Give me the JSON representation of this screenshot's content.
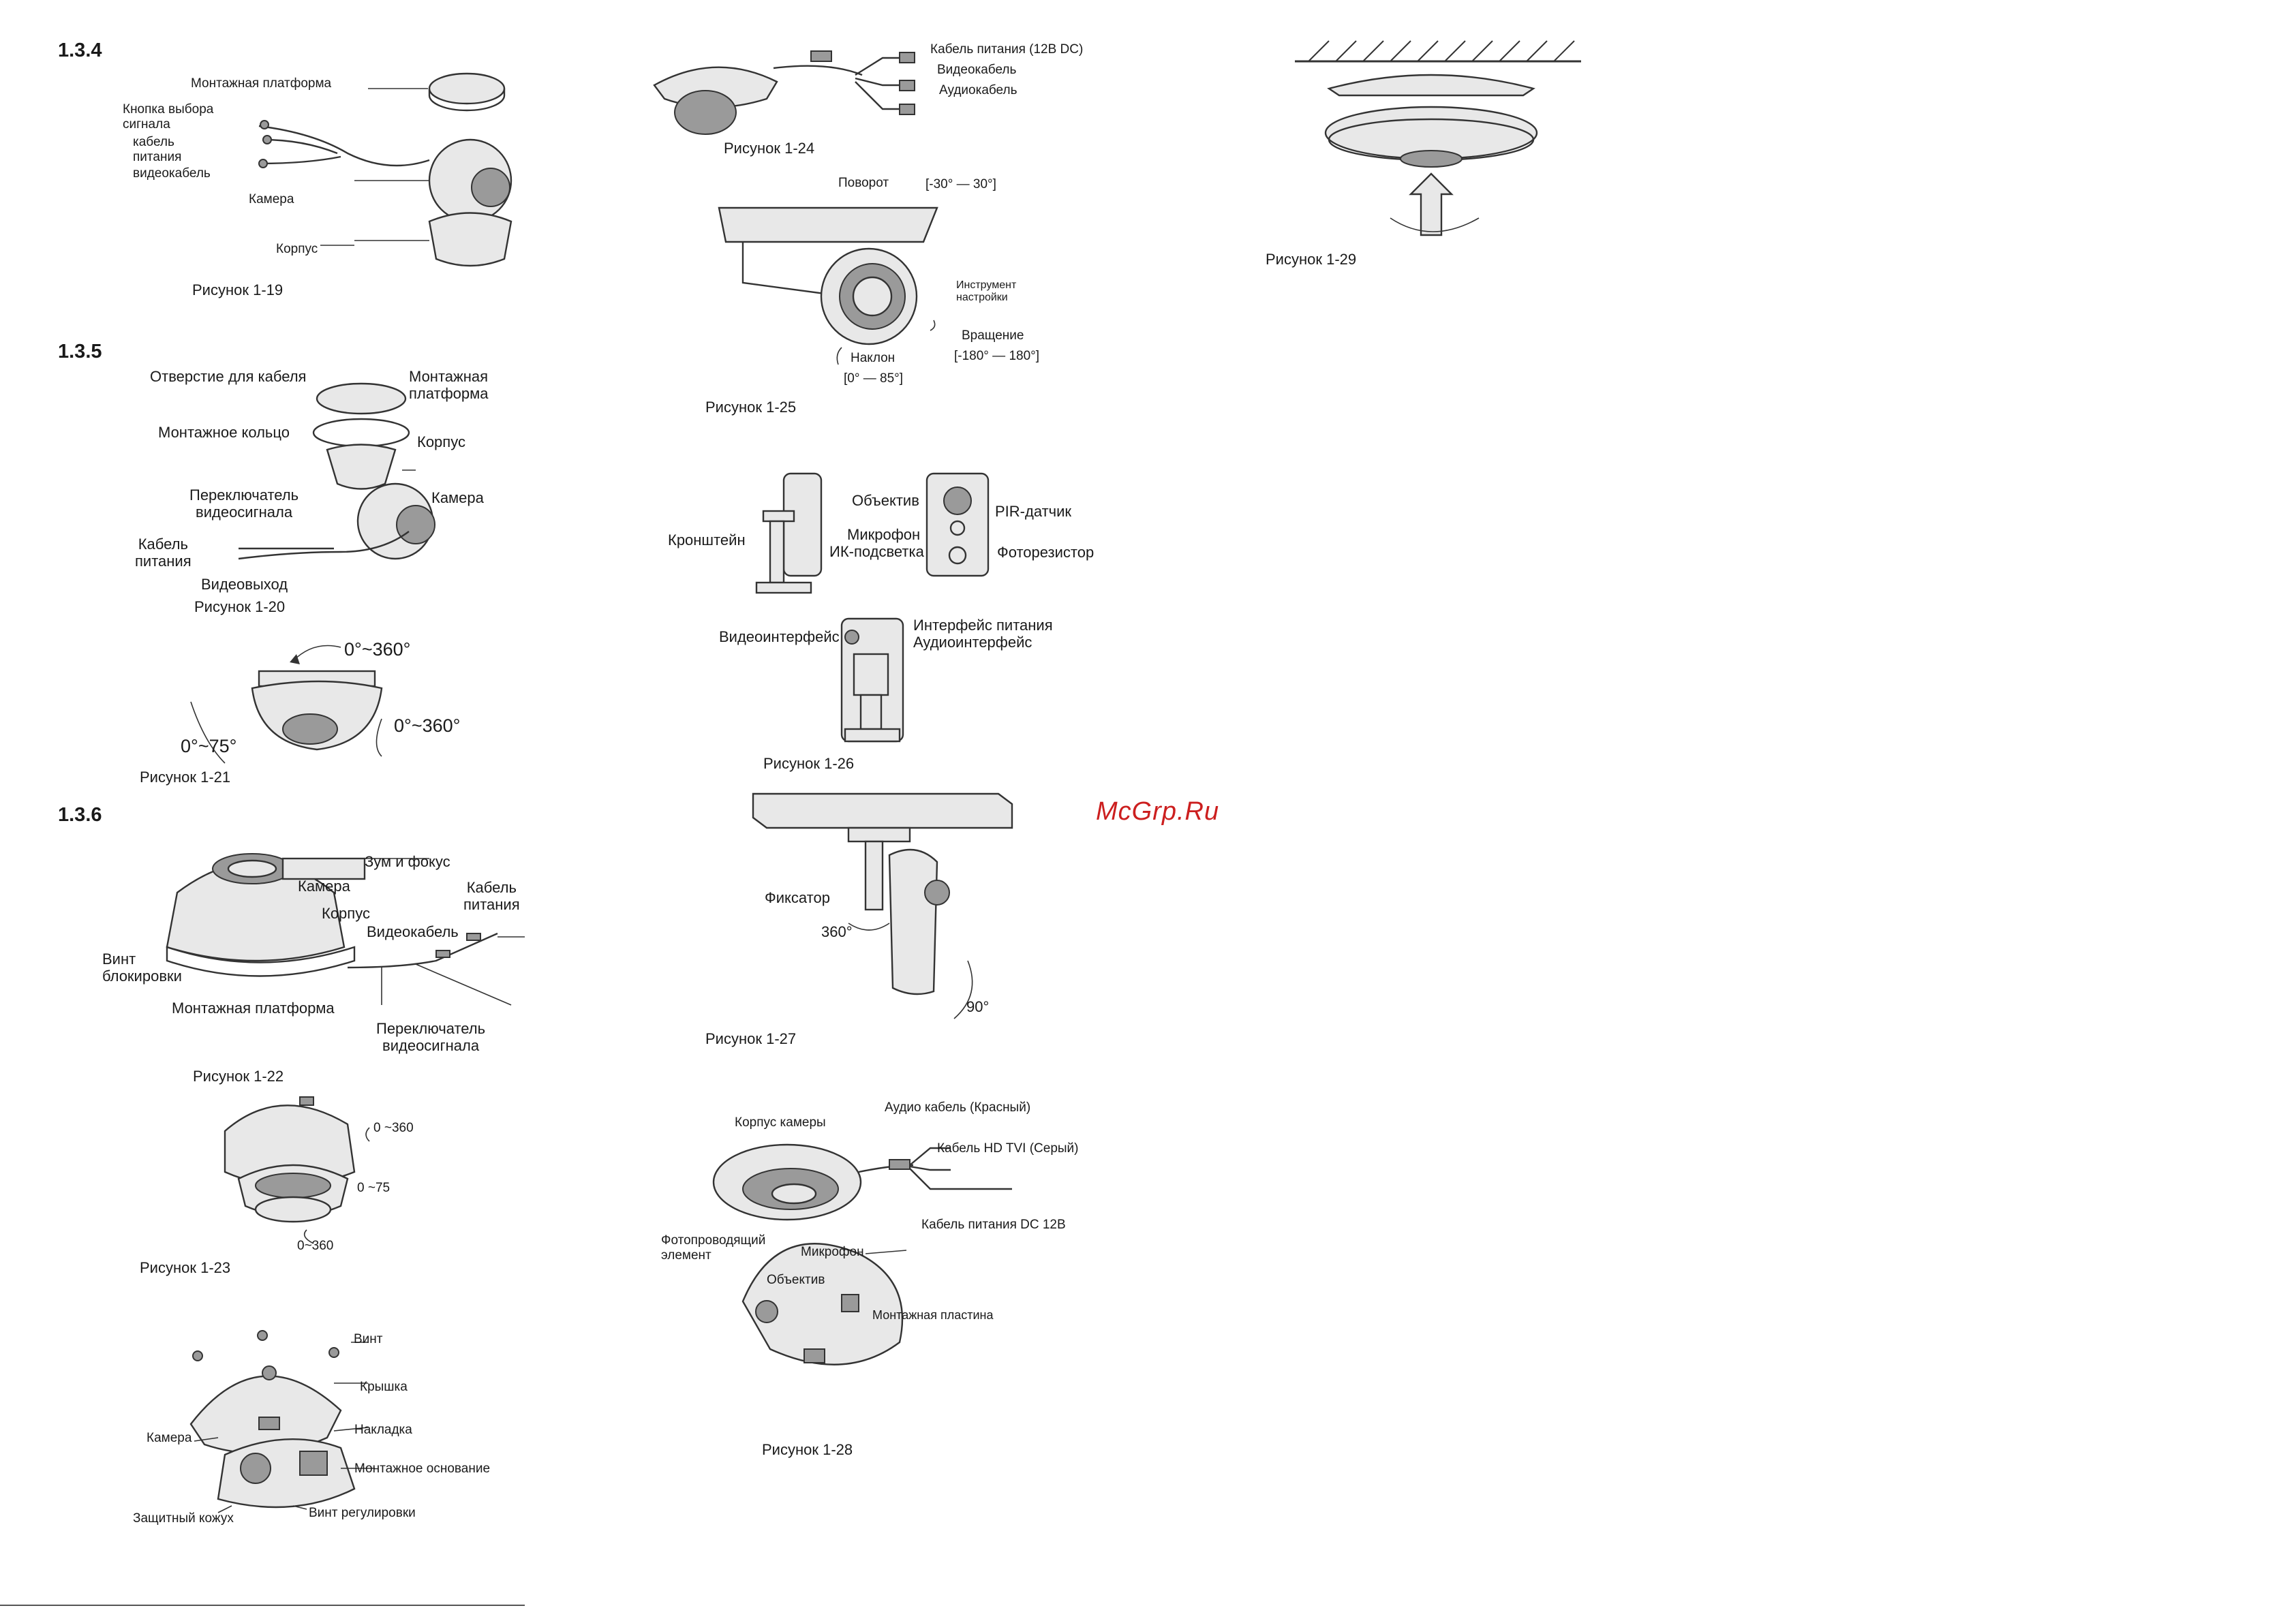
{
  "sections": {
    "s134": "1.3.4",
    "s135": "1.3.5",
    "s136": "1.3.6"
  },
  "fig19": {
    "platform": "Монтажная платформа",
    "signal_btn": "Кнопка   выбора\nсигнала",
    "power_cable": "кабель\nпитания",
    "video_cable": "видеокабель",
    "camera": "Камера",
    "housing": "Корпус",
    "caption": "Рисунок 1-19"
  },
  "fig20": {
    "cable_hole": "Отверстие для кабеля",
    "platform": "Монтажная\nплатформа",
    "ring": "Монтажное кольцо",
    "housing": "Корпус",
    "switch": "Переключатель\nвидеосигнала",
    "camera": "Камера",
    "power": "Кабель\nпитания",
    "video_out": "Видеовыход",
    "caption": "Рисунок 1-20"
  },
  "fig21": {
    "pan": "0°~360°",
    "tilt": "0°~75°",
    "rot": "0°~360°",
    "caption": "Рисунок 1-21"
  },
  "fig22": {
    "zoom": "Зум и фокус",
    "camera": "Камера",
    "housing": "Корпус",
    "power": "Кабель\nпитания",
    "video": "Видеокабель",
    "lock_screw": "Винт\nблокировки",
    "platform": "Монтажная платформа",
    "switch": "Переключатель\nвидеосигнала",
    "caption": "Рисунок 1-22"
  },
  "fig23": {
    "pan": "0 ~360",
    "tilt": "0 ~75",
    "rot": "0~360",
    "caption": "Рисунок 1-23"
  },
  "fig_unn": {
    "screw": "Винт",
    "cover": "Крышка",
    "overlay": "Накладка",
    "camera": "Камера",
    "base": "Монтажное основание",
    "shield": "Защитный кожух",
    "adjust_screw": "Винт регулировки"
  },
  "fig24": {
    "power": "Кабель питания (12В DC)",
    "video": "Видеокабель",
    "audio": "Аудиокабель",
    "caption": "Рисунок 1-24"
  },
  "fig25": {
    "pan": "Поворот",
    "pan_range": "[-30° — 30°]",
    "tool": "Инструмент\nнастройки",
    "rotation": "Вращение",
    "rot_range": "[-180° — 180°]",
    "tilt": "Наклон",
    "tilt_range": "[0° — 85°]",
    "caption": "Рисунок 1-25"
  },
  "fig26": {
    "lens": "Объектив",
    "pir": "PIR-датчик",
    "mic": "Микрофон",
    "bracket": "Кронштейн",
    "ir": "ИК-подсветка",
    "photoresistor": "Фоторезистор",
    "power_if": "Интерфейс питания",
    "audio_if": "Аудиоинтерфейс",
    "video_if": "Видеоинтерфейс",
    "caption": "Рисунок 1-26"
  },
  "fig27": {
    "lock": "Фиксатор",
    "r360": "360°",
    "r90": "90°",
    "caption": "Рисунок 1-27"
  },
  "fig28": {
    "audio": "Аудио кабель (Красный)",
    "body": "Корпус камеры",
    "hdtvi": "Кабель HD TVI (Серый)",
    "power": "Кабель питания DC 12В",
    "photo": "Фотопроводящий\nэлемент",
    "mic": "Микрофон",
    "lens": "Объектив",
    "plate": "Монтажная пластина",
    "caption": "Рисунок 1-28"
  },
  "fig29": {
    "caption": "Рисунок 1-29"
  },
  "watermark": "McGrp.Ru"
}
